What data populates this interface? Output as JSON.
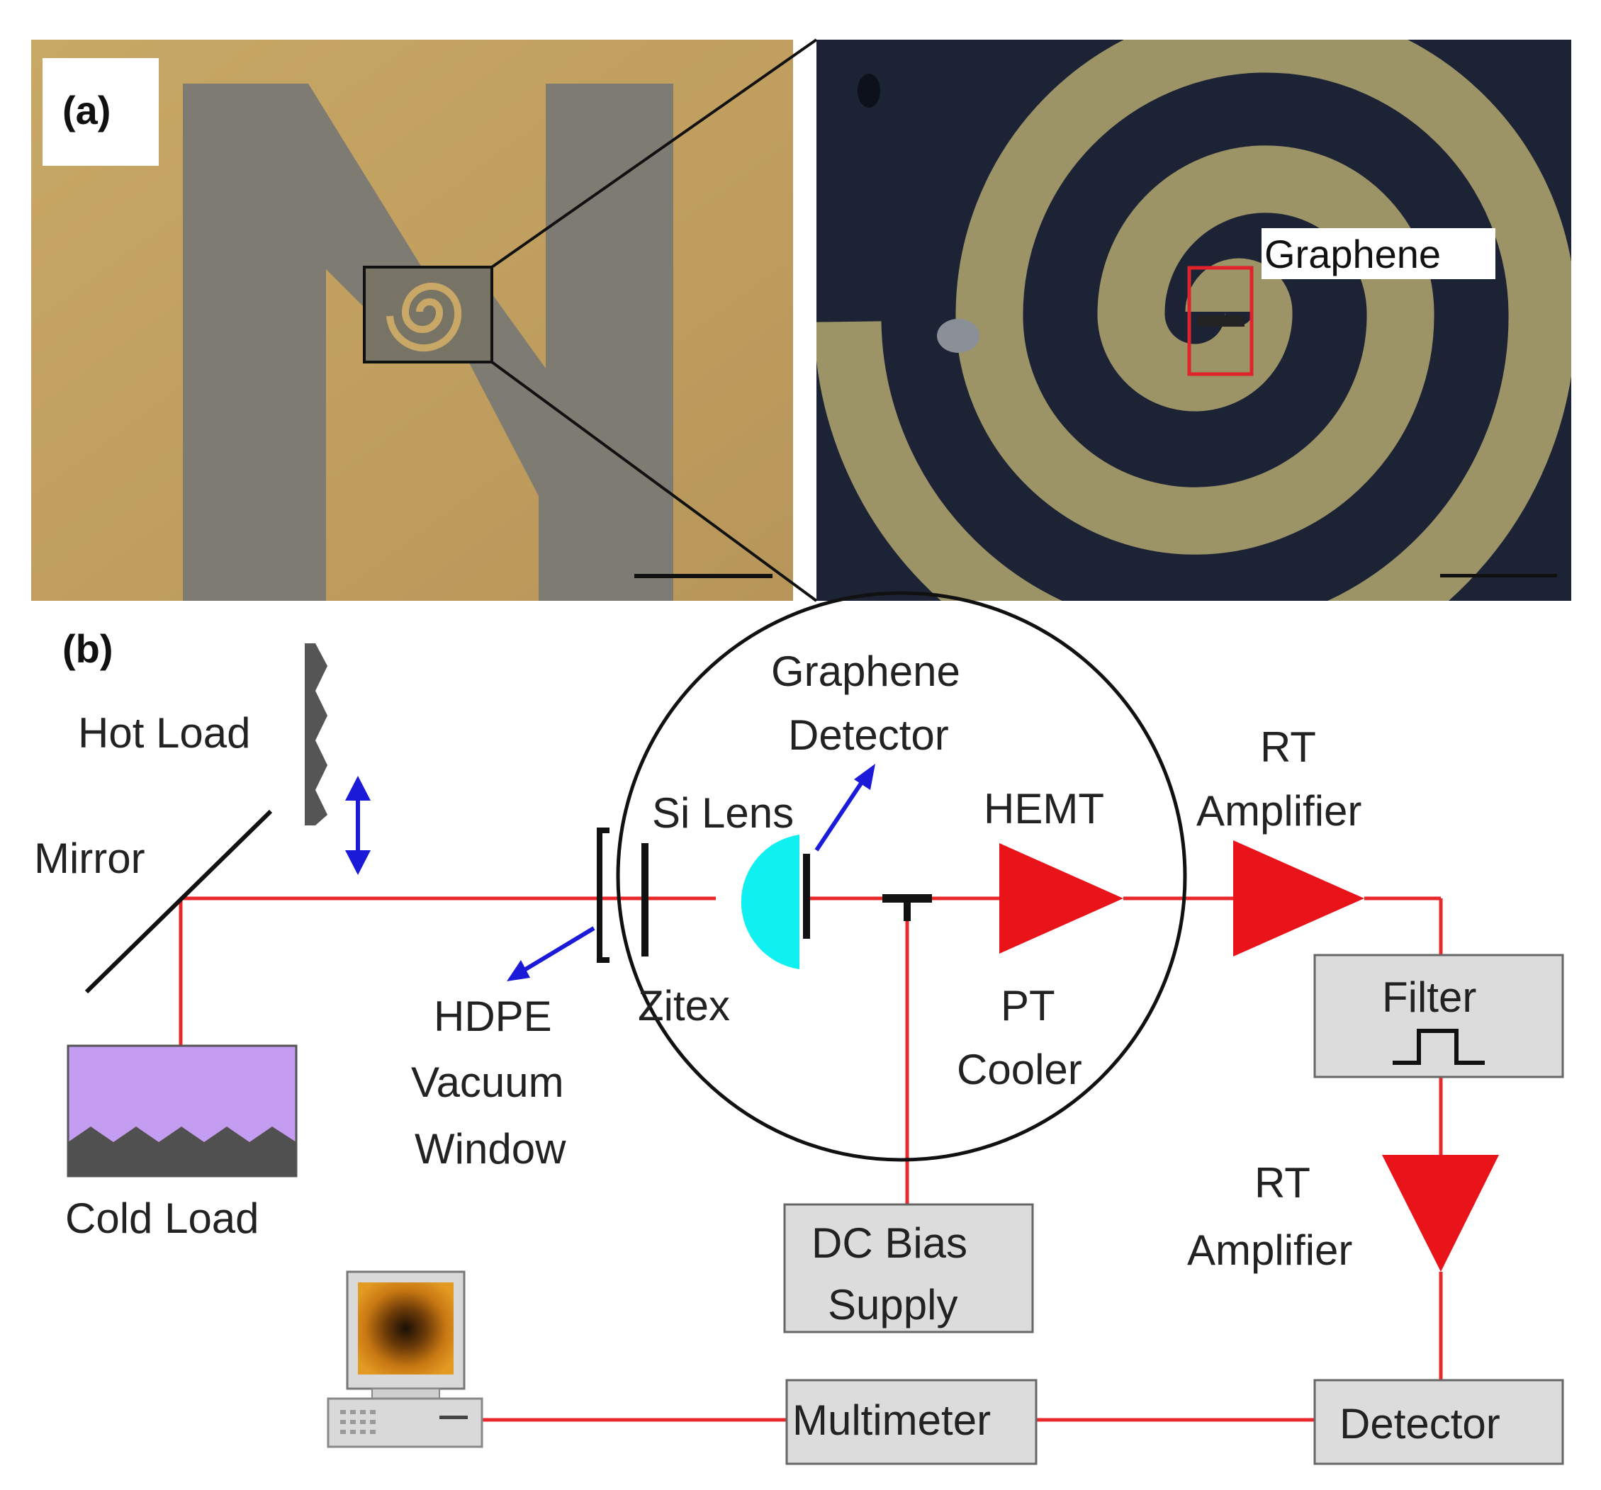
{
  "panel_a": {
    "label": "(a)",
    "graphene_label": "Graphene"
  },
  "panel_b": {
    "label": "(b)",
    "hot_load": "Hot Load",
    "mirror": "Mirror",
    "cold_load": "Cold Load",
    "hdpe_line1": "HDPE",
    "hdpe_line2": "Vacuum",
    "hdpe_line3": "Window",
    "zitex": "Zitex",
    "si_lens": "Si Lens",
    "graphene_line1": "Graphene",
    "graphene_line2": "Detector",
    "hemt": "HEMT",
    "pt_line1": "PT",
    "pt_line2": "Cooler",
    "rt1_line1": "RT",
    "rt1_line2": "Amplifier",
    "rt2_line1": "RT",
    "rt2_line2": "Amplifier",
    "filter": "Filter",
    "detector": "Detector",
    "dc_line1": "DC Bias",
    "dc_line2": "Supply",
    "multimeter": "Multimeter"
  },
  "colors": {
    "signal_line": "#e8282a",
    "amplifier": "#e8141a",
    "si_lens": "#10f0f0",
    "cold_load": "#c49cf2",
    "box_fill": "#dcdcdc",
    "gold": "#c9a766",
    "gray_pad": "#7c7a70",
    "dark_bg": "#1a2236"
  }
}
